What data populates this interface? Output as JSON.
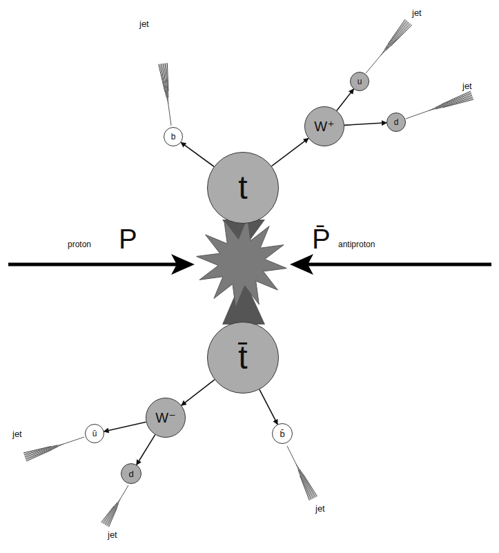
{
  "diagram": {
    "nodes": [
      {
        "text": [
          "t"
        ]
      },
      {
        "text": [
          "t̄"
        ]
      },
      {
        "text": [
          "b"
        ]
      },
      {
        "text": [
          "W⁺"
        ]
      },
      {
        "text": [
          "u"
        ]
      },
      {
        "text": [
          "d"
        ]
      },
      {
        "text": [
          "b̄"
        ]
      },
      {
        "text": [
          "W⁻"
        ]
      },
      {
        "text": [
          "ū"
        ]
      },
      {
        "text": [
          "d"
        ]
      }
    ],
    "edges": [
      {
        "from": 0,
        "to": 2,
        "arrow": "to"
      },
      {
        "from": 0,
        "to": 3,
        "arrow": "to"
      },
      {
        "from": 3,
        "to": 4,
        "arrow": "to"
      },
      {
        "from": 3,
        "to": 5,
        "arrow": "to"
      },
      {
        "from": 1,
        "to": 7,
        "arrow": "to"
      },
      {
        "from": 1,
        "to": 6,
        "arrow": "to"
      },
      {
        "from": 7,
        "to": 8,
        "arrow": "to"
      },
      {
        "from": 7,
        "to": 9,
        "arrow": "to"
      }
    ],
    "labels": [
      "jet",
      "jet",
      "jet",
      "jet",
      "jet",
      "jet",
      "proton",
      "P",
      "P̄",
      "antiproton"
    ]
  }
}
